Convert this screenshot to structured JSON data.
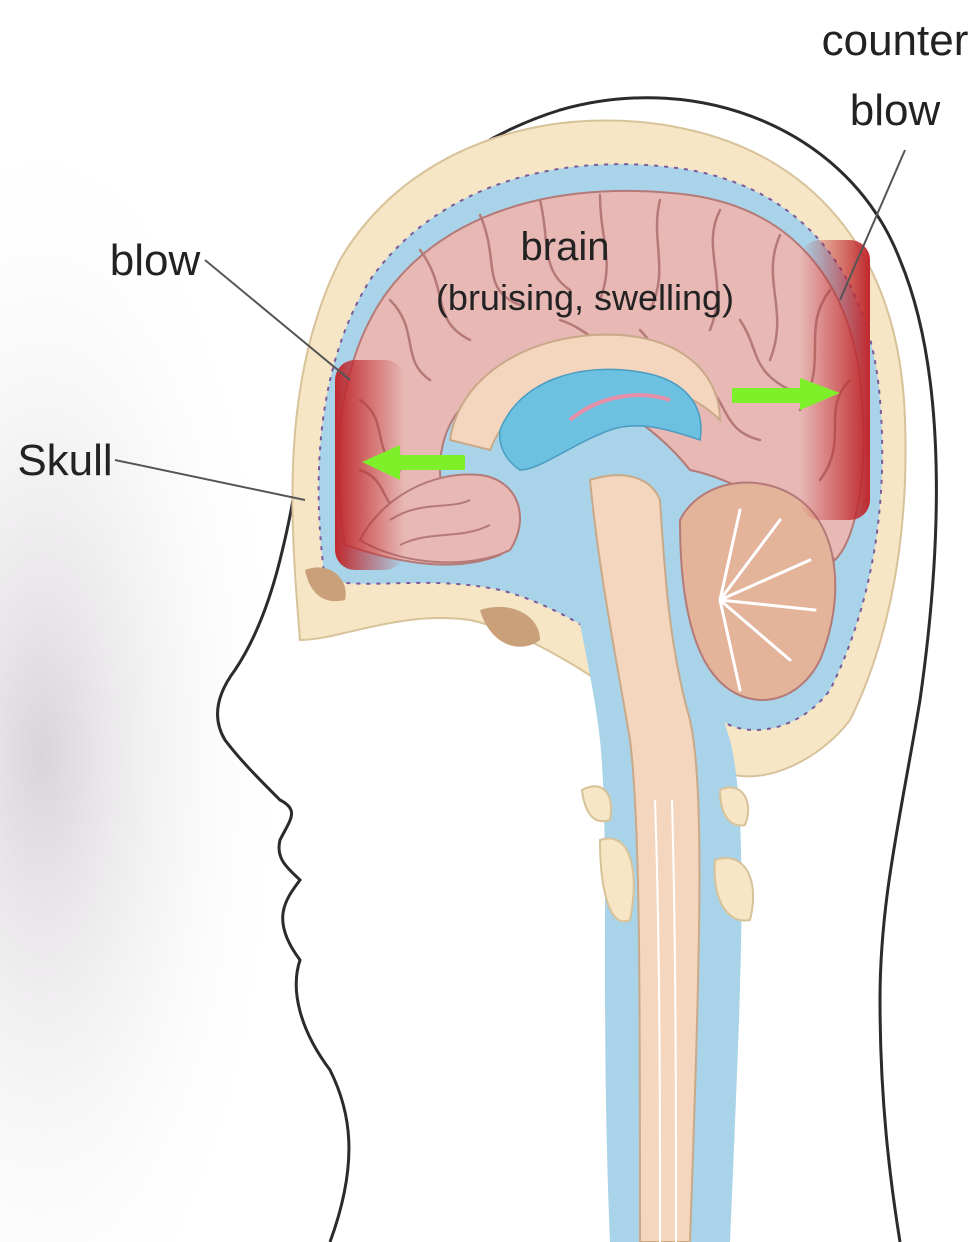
{
  "labels": {
    "counter_blow_line1": "counter",
    "counter_blow_line2": "blow",
    "blow": "blow",
    "brain_line1": "brain",
    "brain_line2": "(bruising, swelling)",
    "skull": "Skull"
  },
  "colors": {
    "background": "#ffffff",
    "head_outline": "#2b2b2b",
    "skull_bone": "#f6e6c6",
    "csf_fluid": "#a9d3e8",
    "brain_tissue": "#e7b8b4",
    "brain_folds": "#b57a78",
    "bruise": "#c0282d",
    "impact_arrow": "#7ef02a",
    "ventricle_blue": "#6cc0e0",
    "brainstem": "#f4d6bf",
    "cerebellum": "#e3b39a",
    "label_text": "#222222",
    "leader_line": "#555555"
  },
  "icons": [
    "impact-arrow-icon"
  ]
}
